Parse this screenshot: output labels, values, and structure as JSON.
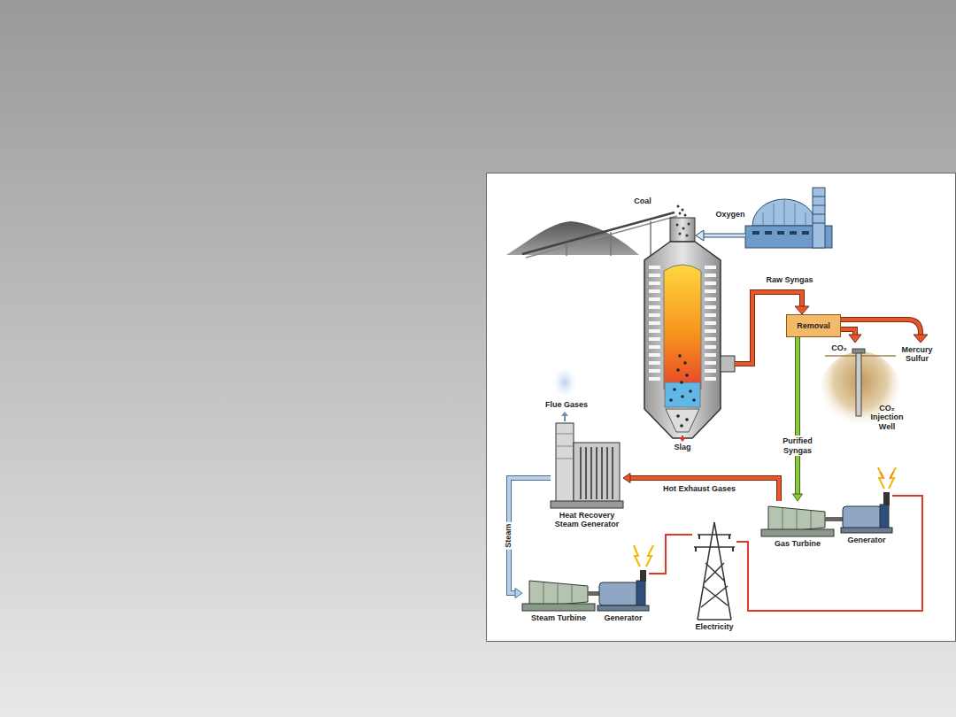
{
  "diagram": {
    "nodes": [
      {
        "text": [
          "Removal"
        ]
      },
      {
        "text": [
          "Heat Recovery Steam Generator"
        ]
      },
      {
        "text": [
          "Gas Turbine"
        ]
      },
      {
        "text": [
          "Generator"
        ]
      },
      {
        "text": [
          "Steam Turbine"
        ]
      },
      {
        "text": [
          "Generator"
        ]
      },
      {
        "text": [
          "Electricity"
        ]
      }
    ],
    "edges": [
      {
        "from": 0,
        "to": 2,
        "label": "Purified Syngas",
        "arrow": "to"
      },
      {
        "from": 2,
        "to": 1,
        "label": "Hot Exhaust Gases",
        "arrow": "to"
      },
      {
        "from": 1,
        "to": 4,
        "label": "Steam",
        "arrow": "to"
      },
      {
        "from": 3,
        "to": 6,
        "arrow": "none"
      },
      {
        "from": 5,
        "to": 6,
        "arrow": "none"
      }
    ],
    "labels": [
      "Coal",
      "Oxygen",
      "Raw Syngas",
      "CO₂",
      "Mercury Sulfur",
      "CO₂ Injection Well",
      "Slag",
      "Flue Gases"
    ]
  }
}
